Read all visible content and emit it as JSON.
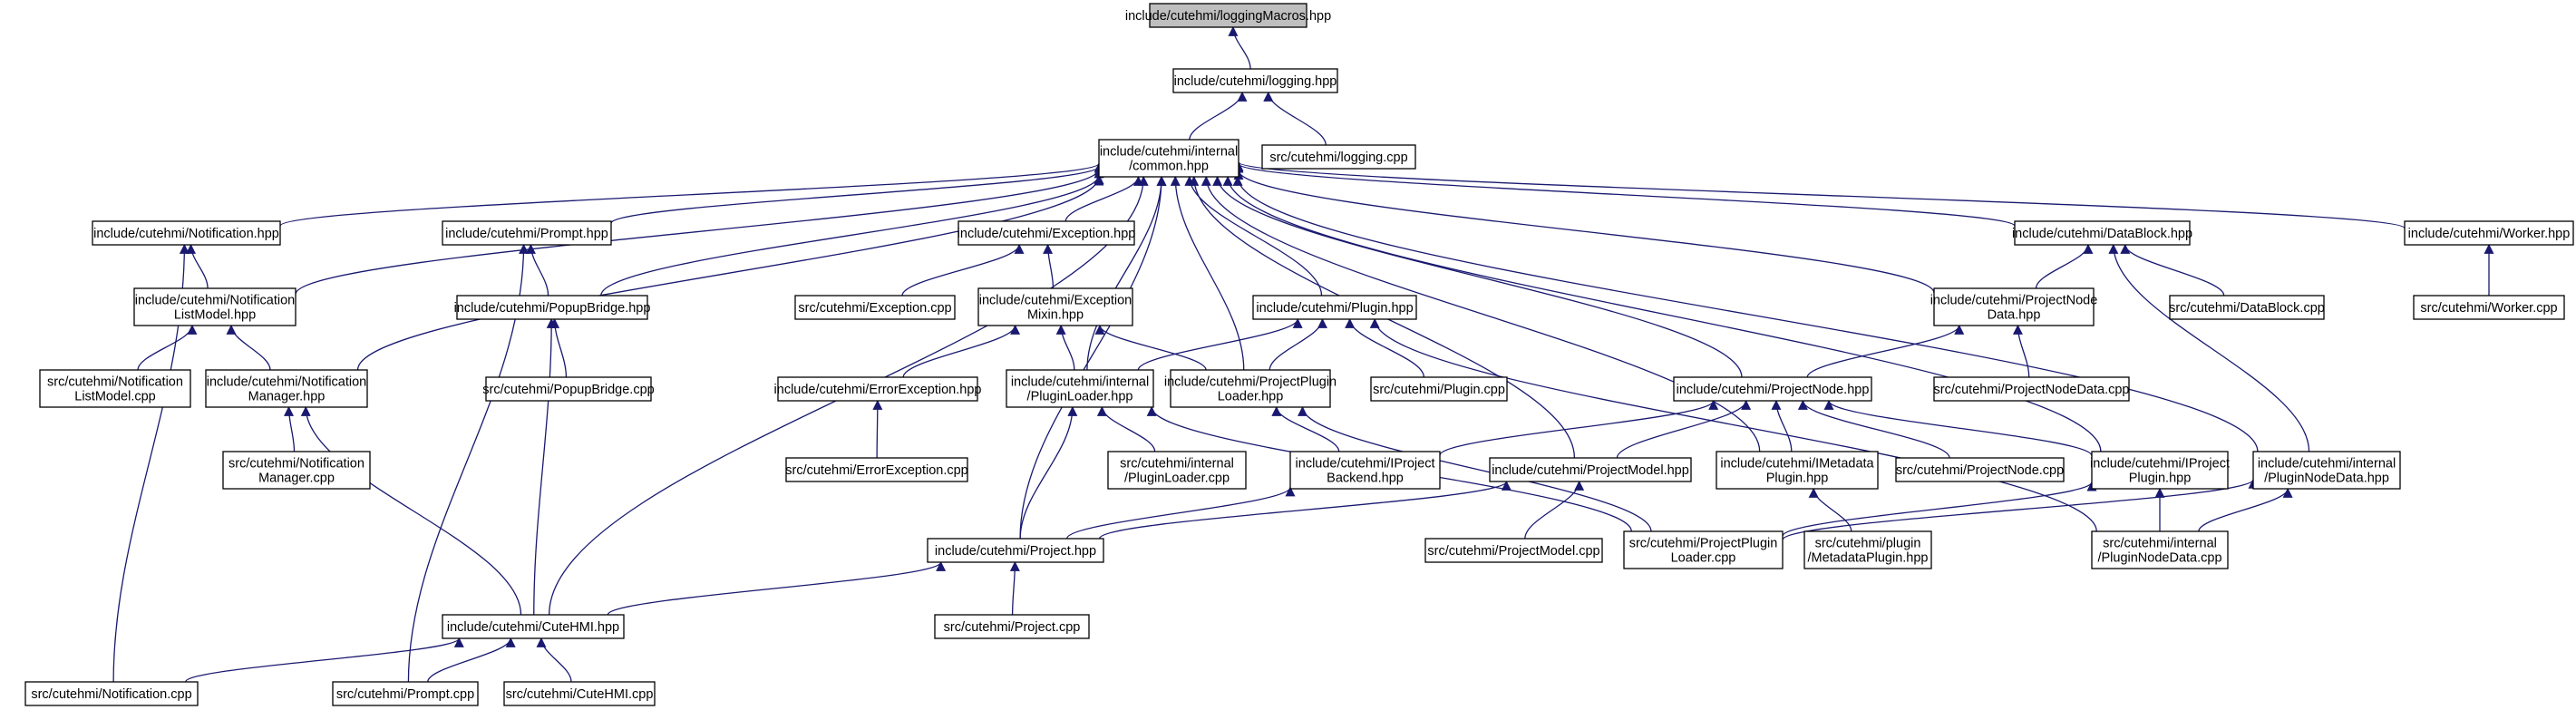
{
  "title": "include/cutehmi/loggingMacros.hpp",
  "colors": {
    "edge": "#191970",
    "root_fill": "#bfbfbf",
    "node_fill": "#ffffff",
    "border": "#000000"
  },
  "nodes": [
    {
      "id": "loggingMacros",
      "label": [
        "include/cutehmi/loggingMacros.hpp"
      ],
      "root": true
    },
    {
      "id": "logging_hpp",
      "label": [
        "include/cutehmi/logging.hpp"
      ]
    },
    {
      "id": "common",
      "label": [
        "include/cutehmi/internal",
        "/common.hpp"
      ]
    },
    {
      "id": "logging_cpp",
      "label": [
        "src/cutehmi/logging.cpp"
      ]
    },
    {
      "id": "Notification_hpp",
      "label": [
        "include/cutehmi/Notification.hpp"
      ]
    },
    {
      "id": "Prompt_hpp",
      "label": [
        "include/cutehmi/Prompt.hpp"
      ]
    },
    {
      "id": "Exception_hpp",
      "label": [
        "include/cutehmi/Exception.hpp"
      ]
    },
    {
      "id": "DataBlock_hpp",
      "label": [
        "include/cutehmi/DataBlock.hpp"
      ]
    },
    {
      "id": "Worker_hpp",
      "label": [
        "include/cutehmi/Worker.hpp"
      ]
    },
    {
      "id": "NotifListModel_hpp",
      "label": [
        "include/cutehmi/Notification",
        "ListModel.hpp"
      ]
    },
    {
      "id": "PopupBridge_hpp",
      "label": [
        "include/cutehmi/PopupBridge.hpp"
      ]
    },
    {
      "id": "Exception_cpp",
      "label": [
        "src/cutehmi/Exception.cpp"
      ]
    },
    {
      "id": "ExceptionMixin_hpp",
      "label": [
        "include/cutehmi/Exception",
        "Mixin.hpp"
      ]
    },
    {
      "id": "Plugin_hpp",
      "label": [
        "include/cutehmi/Plugin.hpp"
      ]
    },
    {
      "id": "ProjectNodeData_hpp",
      "label": [
        "include/cutehmi/ProjectNode",
        "Data.hpp"
      ]
    },
    {
      "id": "DataBlock_cpp",
      "label": [
        "src/cutehmi/DataBlock.cpp"
      ]
    },
    {
      "id": "Worker_cpp",
      "label": [
        "src/cutehmi/Worker.cpp"
      ]
    },
    {
      "id": "NotifListModel_cpp",
      "label": [
        "src/cutehmi/Notification",
        "ListModel.cpp"
      ]
    },
    {
      "id": "NotifManager_hpp",
      "label": [
        "include/cutehmi/Notification",
        "Manager.hpp"
      ]
    },
    {
      "id": "PopupBridge_cpp",
      "label": [
        "src/cutehmi/PopupBridge.cpp"
      ]
    },
    {
      "id": "ErrorException_hpp",
      "label": [
        "include/cutehmi/ErrorException.hpp"
      ]
    },
    {
      "id": "PluginLoader_hpp",
      "label": [
        "include/cutehmi/internal",
        "/PluginLoader.hpp"
      ]
    },
    {
      "id": "ProjectPluginLoader_hpp",
      "label": [
        "include/cutehmi/ProjectPlugin",
        "Loader.hpp"
      ]
    },
    {
      "id": "Plugin_cpp",
      "label": [
        "src/cutehmi/Plugin.cpp"
      ]
    },
    {
      "id": "ProjectNode_hpp",
      "label": [
        "include/cutehmi/ProjectNode.hpp"
      ]
    },
    {
      "id": "ProjectNodeData_cpp",
      "label": [
        "src/cutehmi/ProjectNodeData.cpp"
      ]
    },
    {
      "id": "NotifManager_cpp",
      "label": [
        "src/cutehmi/Notification",
        "Manager.cpp"
      ]
    },
    {
      "id": "ErrorException_cpp",
      "label": [
        "src/cutehmi/ErrorException.cpp"
      ]
    },
    {
      "id": "PluginLoader_cpp",
      "label": [
        "src/cutehmi/internal",
        "/PluginLoader.cpp"
      ]
    },
    {
      "id": "IProjectBackend_hpp",
      "label": [
        "include/cutehmi/IProject",
        "Backend.hpp"
      ]
    },
    {
      "id": "ProjectModel_hpp",
      "label": [
        "include/cutehmi/ProjectModel.hpp"
      ]
    },
    {
      "id": "IMetadataPlugin_hpp",
      "label": [
        "include/cutehmi/IMetadata",
        "Plugin.hpp"
      ]
    },
    {
      "id": "ProjectNode_cpp",
      "label": [
        "src/cutehmi/ProjectNode.cpp"
      ]
    },
    {
      "id": "IProjectPlugin_hpp",
      "label": [
        "include/cutehmi/IProject",
        "Plugin.hpp"
      ]
    },
    {
      "id": "PluginNodeData_hpp",
      "label": [
        "include/cutehmi/internal",
        "/PluginNodeData.hpp"
      ]
    },
    {
      "id": "Project_hpp",
      "label": [
        "include/cutehmi/Project.hpp"
      ]
    },
    {
      "id": "ProjectModel_cpp",
      "label": [
        "src/cutehmi/ProjectModel.cpp"
      ]
    },
    {
      "id": "ProjectPluginLoader_cpp",
      "label": [
        "src/cutehmi/ProjectPlugin",
        "Loader.cpp"
      ]
    },
    {
      "id": "MetadataPlugin_hpp",
      "label": [
        "src/cutehmi/plugin",
        "/MetadataPlugin.hpp"
      ]
    },
    {
      "id": "PluginNodeData_cpp",
      "label": [
        "src/cutehmi/internal",
        "/PluginNodeData.cpp"
      ]
    },
    {
      "id": "CuteHMI_hpp",
      "label": [
        "include/cutehmi/CuteHMI.hpp"
      ]
    },
    {
      "id": "Project_cpp",
      "label": [
        "src/cutehmi/Project.cpp"
      ]
    },
    {
      "id": "Notification_cpp",
      "label": [
        "src/cutehmi/Notification.cpp"
      ]
    },
    {
      "id": "Prompt_cpp",
      "label": [
        "src/cutehmi/Prompt.cpp"
      ]
    },
    {
      "id": "CuteHMI_cpp",
      "label": [
        "src/cutehmi/CuteHMI.cpp"
      ]
    }
  ],
  "edges": [
    [
      "logging_hpp",
      "loggingMacros"
    ],
    [
      "common",
      "logging_hpp"
    ],
    [
      "logging_cpp",
      "logging_hpp"
    ],
    [
      "Notification_hpp",
      "common"
    ],
    [
      "Prompt_hpp",
      "common"
    ],
    [
      "Exception_hpp",
      "common"
    ],
    [
      "DataBlock_hpp",
      "common"
    ],
    [
      "Worker_hpp",
      "common"
    ],
    [
      "NotifListModel_hpp",
      "common"
    ],
    [
      "PopupBridge_hpp",
      "common"
    ],
    [
      "NotifManager_hpp",
      "common"
    ],
    [
      "PluginLoader_hpp",
      "common"
    ],
    [
      "ProjectPluginLoader_hpp",
      "common"
    ],
    [
      "Plugin_hpp",
      "common"
    ],
    [
      "ProjectNodeData_hpp",
      "common"
    ],
    [
      "ProjectNode_hpp",
      "common"
    ],
    [
      "ProjectModel_hpp",
      "common"
    ],
    [
      "IMetadataPlugin_hpp",
      "common"
    ],
    [
      "IProjectPlugin_hpp",
      "common"
    ],
    [
      "PluginNodeData_hpp",
      "common"
    ],
    [
      "Project_hpp",
      "common"
    ],
    [
      "CuteHMI_hpp",
      "common"
    ],
    [
      "NotifListModel_hpp",
      "Notification_hpp"
    ],
    [
      "Notification_cpp",
      "Notification_hpp"
    ],
    [
      "NotifListModel_cpp",
      "NotifListModel_hpp"
    ],
    [
      "NotifManager_hpp",
      "NotifListModel_hpp"
    ],
    [
      "NotifManager_cpp",
      "NotifManager_hpp"
    ],
    [
      "CuteHMI_hpp",
      "NotifManager_hpp"
    ],
    [
      "PopupBridge_hpp",
      "Prompt_hpp"
    ],
    [
      "Prompt_cpp",
      "Prompt_hpp"
    ],
    [
      "PopupBridge_cpp",
      "PopupBridge_hpp"
    ],
    [
      "CuteHMI_hpp",
      "PopupBridge_hpp"
    ],
    [
      "Exception_cpp",
      "Exception_hpp"
    ],
    [
      "ExceptionMixin_hpp",
      "Exception_hpp"
    ],
    [
      "ErrorException_hpp",
      "ExceptionMixin_hpp"
    ],
    [
      "PluginLoader_hpp",
      "ExceptionMixin_hpp"
    ],
    [
      "ProjectPluginLoader_hpp",
      "ExceptionMixin_hpp"
    ],
    [
      "ErrorException_cpp",
      "ErrorException_hpp"
    ],
    [
      "PluginLoader_hpp",
      "Plugin_hpp"
    ],
    [
      "ProjectPluginLoader_hpp",
      "Plugin_hpp"
    ],
    [
      "Plugin_cpp",
      "Plugin_hpp"
    ],
    [
      "PluginNodeData_cpp",
      "Plugin_hpp"
    ],
    [
      "PluginLoader_cpp",
      "PluginLoader_hpp"
    ],
    [
      "Project_hpp",
      "PluginLoader_hpp"
    ],
    [
      "ProjectPluginLoader_cpp",
      "PluginLoader_hpp"
    ],
    [
      "IProjectBackend_hpp",
      "ProjectPluginLoader_hpp"
    ],
    [
      "ProjectPluginLoader_cpp",
      "ProjectPluginLoader_hpp"
    ],
    [
      "ProjectNodeData_hpp",
      "DataBlock_hpp"
    ],
    [
      "DataBlock_cpp",
      "DataBlock_hpp"
    ],
    [
      "PluginNodeData_hpp",
      "DataBlock_hpp"
    ],
    [
      "Worker_cpp",
      "Worker_hpp"
    ],
    [
      "ProjectNode_hpp",
      "ProjectNodeData_hpp"
    ],
    [
      "ProjectNodeData_cpp",
      "ProjectNodeData_hpp"
    ],
    [
      "IProjectBackend_hpp",
      "ProjectNode_hpp"
    ],
    [
      "ProjectModel_hpp",
      "ProjectNode_hpp"
    ],
    [
      "IMetadataPlugin_hpp",
      "ProjectNode_hpp"
    ],
    [
      "ProjectNode_cpp",
      "ProjectNode_hpp"
    ],
    [
      "IProjectPlugin_hpp",
      "ProjectNode_hpp"
    ],
    [
      "Project_hpp",
      "IProjectBackend_hpp"
    ],
    [
      "Project_hpp",
      "ProjectModel_hpp"
    ],
    [
      "ProjectModel_cpp",
      "ProjectModel_hpp"
    ],
    [
      "MetadataPlugin_hpp",
      "IMetadataPlugin_hpp"
    ],
    [
      "ProjectPluginLoader_cpp",
      "IProjectPlugin_hpp"
    ],
    [
      "PluginNodeData_cpp",
      "IProjectPlugin_hpp"
    ],
    [
      "ProjectPluginLoader_cpp",
      "PluginNodeData_hpp"
    ],
    [
      "PluginNodeData_cpp",
      "PluginNodeData_hpp"
    ],
    [
      "Project_cpp",
      "Project_hpp"
    ],
    [
      "CuteHMI_hpp",
      "Project_hpp"
    ],
    [
      "Notification_cpp",
      "CuteHMI_hpp"
    ],
    [
      "Prompt_cpp",
      "CuteHMI_hpp"
    ],
    [
      "CuteHMI_cpp",
      "CuteHMI_hpp"
    ]
  ]
}
